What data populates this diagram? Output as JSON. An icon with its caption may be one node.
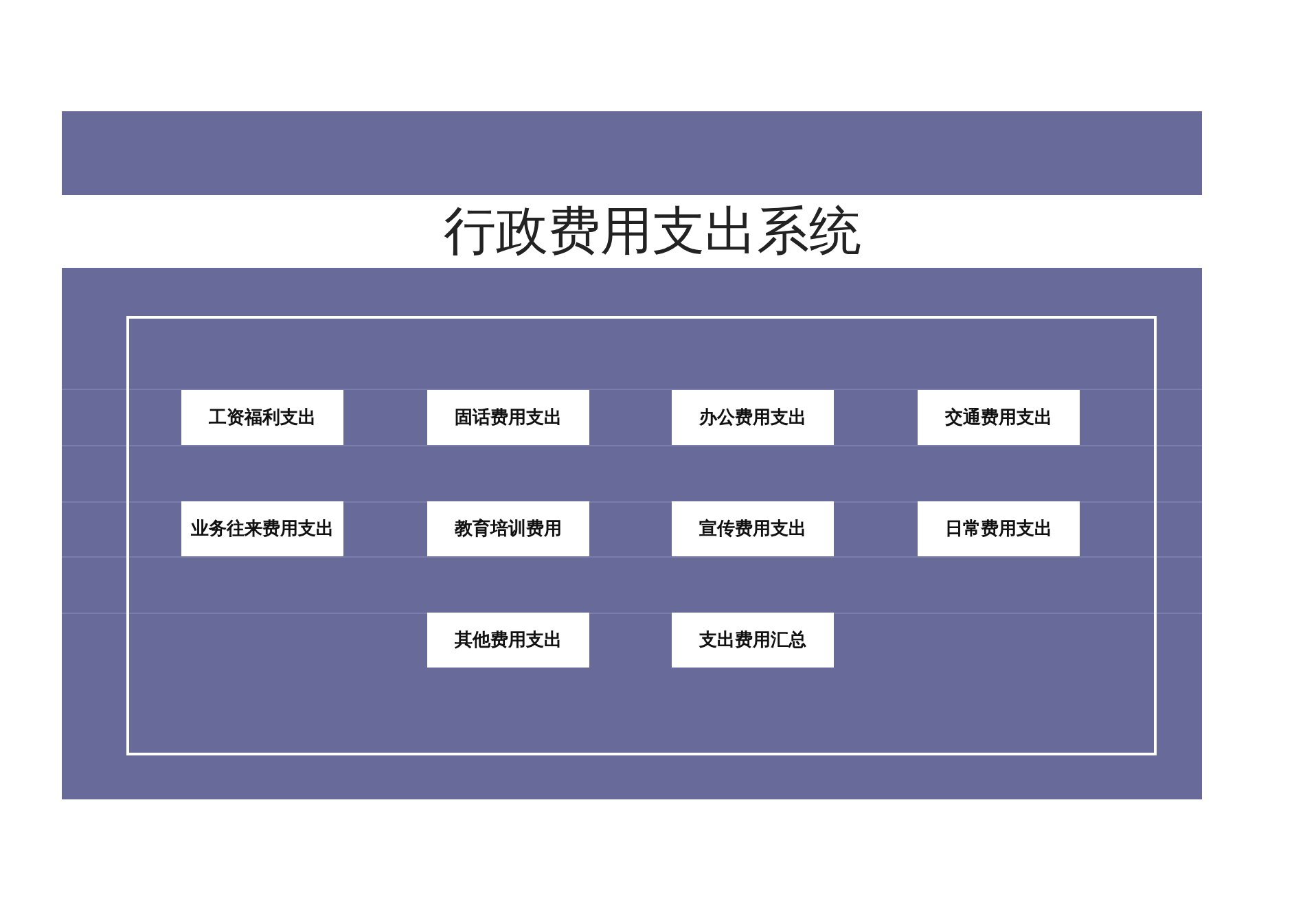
{
  "diagram": {
    "title": "行政费用支出系统",
    "nodes": [
      {
        "text": [
          "工资福利支出"
        ]
      },
      {
        "text": [
          "固话费用支出"
        ]
      },
      {
        "text": [
          "办公费用支出"
        ]
      },
      {
        "text": [
          "交通费用支出"
        ]
      },
      {
        "text": [
          "业务往来费用支出"
        ]
      },
      {
        "text": [
          "教育培训费用"
        ]
      },
      {
        "text": [
          "宣传费用支出"
        ]
      },
      {
        "text": [
          "日常费用支出"
        ]
      },
      {
        "text": [
          "其他费用支出"
        ]
      },
      {
        "text": [
          "支出费用汇总"
        ]
      }
    ],
    "edges": []
  }
}
